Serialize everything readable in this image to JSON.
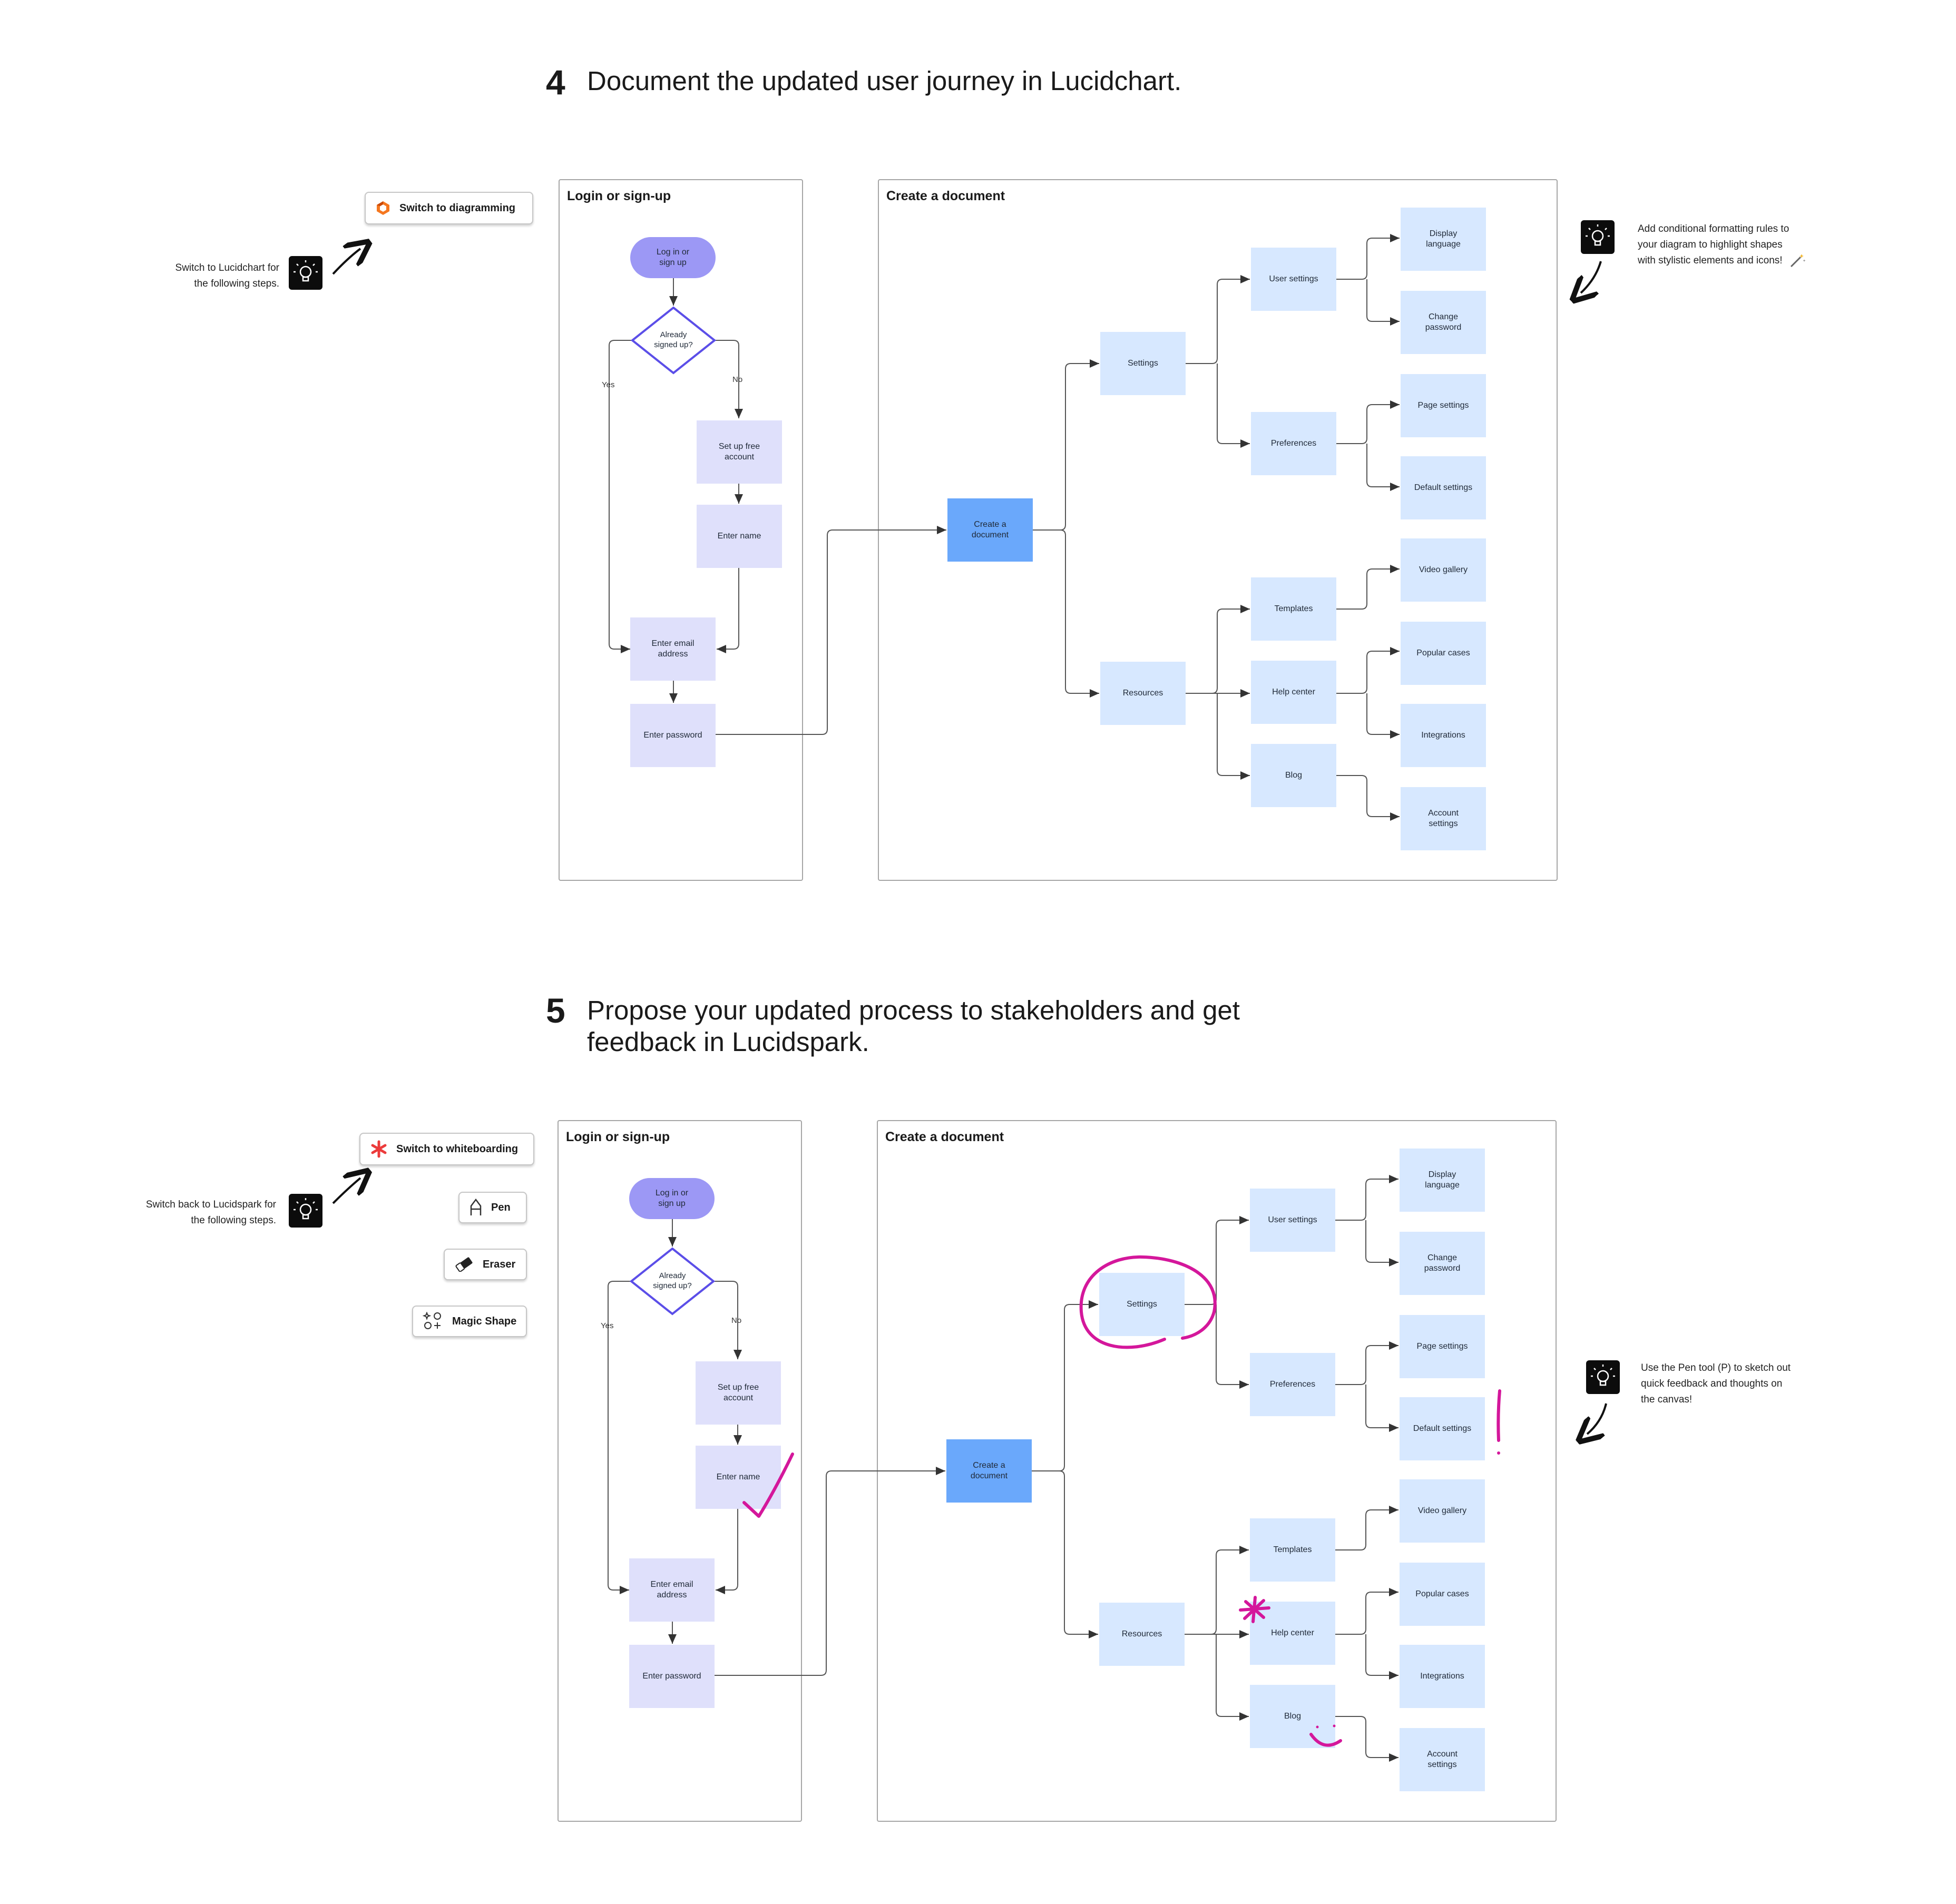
{
  "section4": {
    "number": "4",
    "title": "Document the updated user journey in Lucidchart.",
    "button": "Switch to diagramming",
    "tip_left": [
      "Switch  to Lucidchart for",
      "the following steps."
    ],
    "tip_right": [
      "Add conditional formatting rules to",
      "your diagram to highlight shapes",
      "with stylistic elements and icons!"
    ]
  },
  "section5": {
    "number": "5",
    "title_line1": "Propose your updated process to stakeholders and get",
    "title_line2": "feedback in Lucidspark.",
    "button": "Switch to whiteboarding",
    "tools": [
      "Pen",
      "Eraser",
      "Magic Shape"
    ],
    "tip_left": [
      "Switch back to Lucidspark for",
      "the following steps."
    ],
    "tip_right": [
      "Use the Pen tool (P) to sketch out",
      "quick feedback and thoughts on",
      "the canvas!"
    ]
  },
  "login": {
    "title": "Login or sign-up",
    "start_line1": "Log in or",
    "start_line2": "sign up",
    "decision_line1": "Already",
    "decision_line2": "signed up?",
    "yes": "Yes",
    "no": "No",
    "setup_line1": "Set up free",
    "setup_line2": "account",
    "name": "Enter name",
    "email_line1": "Enter email",
    "email_line2": "address",
    "password": "Enter password"
  },
  "create": {
    "title": "Create a document",
    "root_line1": "Create a",
    "root_line2": "document",
    "settings": "Settings",
    "resources": "Resources",
    "user_settings": "User settings",
    "preferences": "Preferences",
    "templates": "Templates",
    "help_center": "Help center",
    "blog": "Blog",
    "display_language_line1": "Display",
    "display_language_line2": "language",
    "change_password_line1": "Change",
    "change_password_line2": "password",
    "page_settings": "Page settings",
    "default_settings": "Default settings",
    "video_gallery": "Video gallery",
    "popular_cases": "Popular cases",
    "integrations": "Integrations",
    "account_settings_line1": "Account",
    "account_settings_line2": "settings"
  },
  "colors": {
    "flow_node": "#dfe0fb",
    "tree_node": "#d7e8ff",
    "root_node": "#6aa8fb",
    "start_node": "#9c98f5",
    "decision_stroke": "#5b4ee8",
    "pen_annotation": "#d4179b"
  }
}
